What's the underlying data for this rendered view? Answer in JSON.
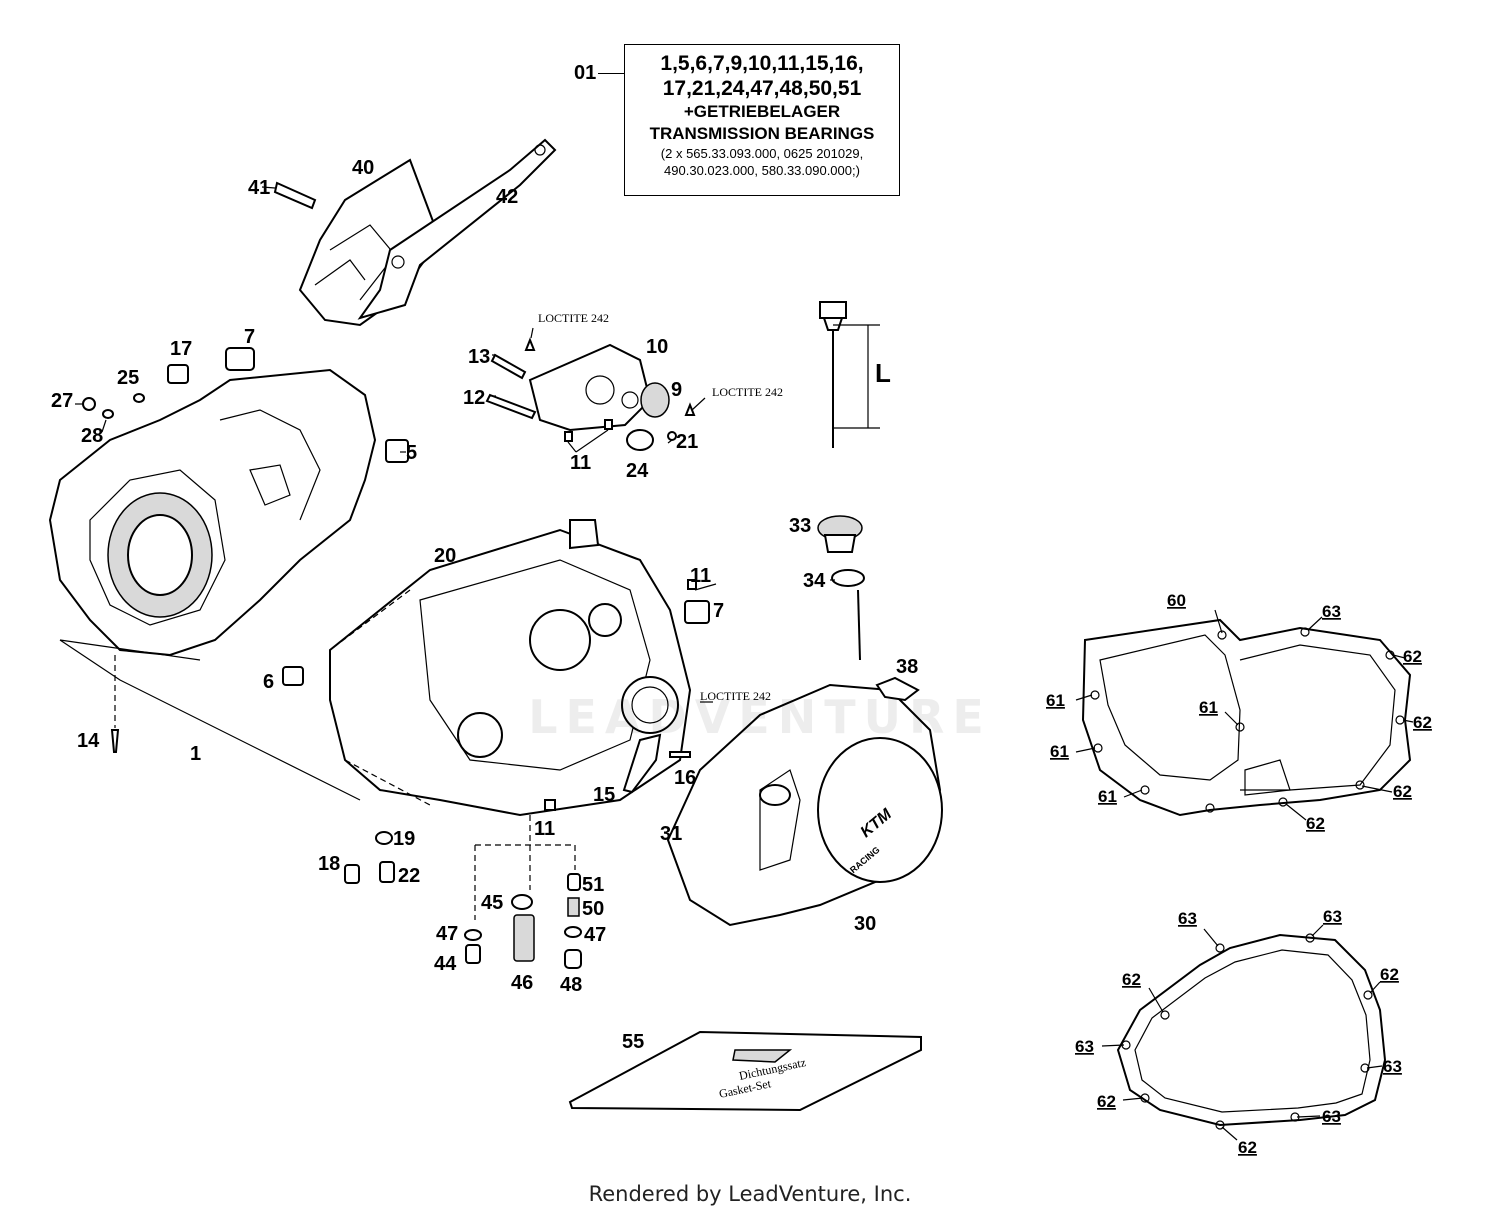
{
  "kit": {
    "ref": "01",
    "line1": "1,5,6,7,9,10,11,15,16,",
    "line2": "17,21,24,47,48,50,51",
    "line3": "+GETRIEBELAGER",
    "line4": "TRANSMISSION BEARINGS",
    "line5": "(2 x 565.33.093.000, 0625 201029,",
    "line6": "490.30.023.000, 580.33.090.000;)"
  },
  "loctite": "LOCTITE 242",
  "dimension_label": "L",
  "cover_logo": "KTM",
  "cover_logo_sub": "RACING",
  "manual_text_1": "Dichtungssatz",
  "manual_text_2": "Gasket-Set",
  "watermark": "LEADVENTURE",
  "footer": "Rendered by LeadVenture, Inc.",
  "callouts": {
    "c40": "40",
    "c41": "41",
    "c42": "42",
    "c17": "17",
    "c7a": "7",
    "c25": "25",
    "c27": "27",
    "c28": "28",
    "c5": "5",
    "c13": "13",
    "c12": "12",
    "c10": "10",
    "c9": "9",
    "c21": "21",
    "c11a": "11",
    "c24": "24",
    "c33": "33",
    "c34": "34",
    "c20": "20",
    "c11b": "11",
    "c7b": "7",
    "c6": "6",
    "c14": "14",
    "c1": "1",
    "c38": "38",
    "c16": "16",
    "c15": "15",
    "c11c": "11",
    "c31": "31",
    "c30": "30",
    "c19": "19",
    "c18": "18",
    "c22": "22",
    "c45": "45",
    "c51": "51",
    "c50": "50",
    "c47a": "47",
    "c47b": "47",
    "c44": "44",
    "c46": "46",
    "c48": "48",
    "c55": "55"
  },
  "gasket_callouts": {
    "g60": "60",
    "g63a": "63",
    "g62a": "62",
    "g61a": "61",
    "g61b": "61",
    "g62b": "62",
    "g61c": "61",
    "g61d": "61",
    "g62c": "62",
    "g62d": "62",
    "g63b": "63",
    "g63c": "63",
    "g62e": "62",
    "g62f": "62",
    "g63d": "63",
    "g63e": "63",
    "g62g": "62",
    "g63f": "63",
    "g62h": "62"
  }
}
